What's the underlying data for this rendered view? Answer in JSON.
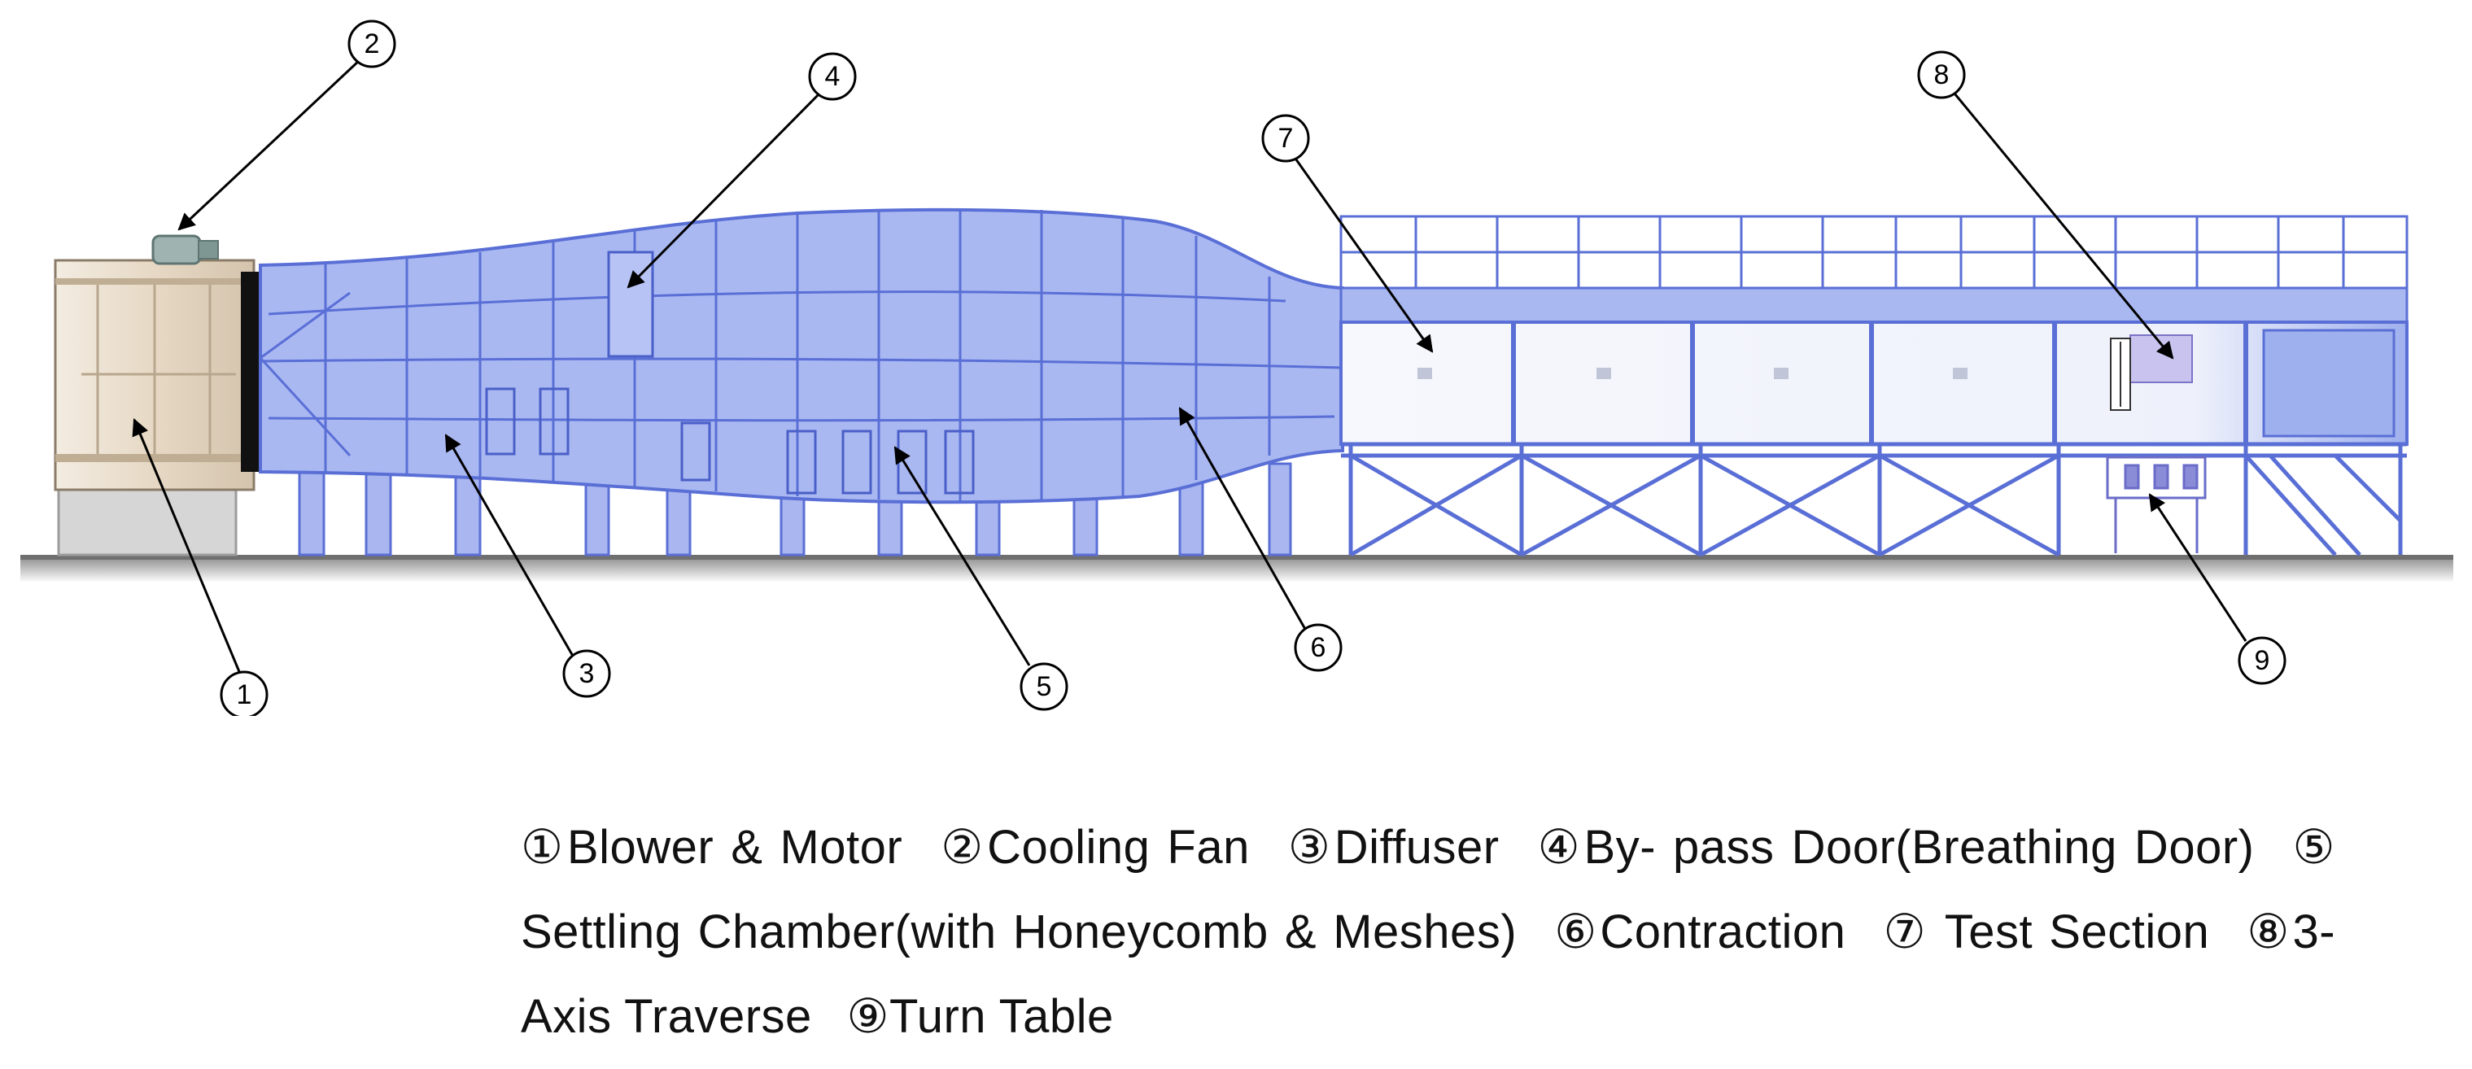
{
  "callouts": [
    {
      "num": "1"
    },
    {
      "num": "2"
    },
    {
      "num": "3"
    },
    {
      "num": "4"
    },
    {
      "num": "5"
    },
    {
      "num": "6"
    },
    {
      "num": "7"
    },
    {
      "num": "8"
    },
    {
      "num": "9"
    }
  ],
  "legend": [
    {
      "marker": "①",
      "text": "Blower & Motor"
    },
    {
      "marker": "②",
      "text": "Cooling Fan"
    },
    {
      "marker": "③",
      "text": "Diffuser"
    },
    {
      "marker": "④",
      "text": "By- pass Door(Breathing Door)"
    },
    {
      "marker": "⑤",
      "text": " Settling Chamber(with Honeycomb & Meshes)"
    },
    {
      "marker": "⑥",
      "text": "Contraction"
    },
    {
      "marker": "⑦",
      "text": " Test Section"
    },
    {
      "marker": "⑧",
      "text": "3- Axis Traverse"
    },
    {
      "marker": "⑨",
      "text": "Turn Table"
    }
  ],
  "colors": {
    "tunnel_fill": "#aab8f2",
    "tunnel_line": "#5a6fd6",
    "blower_fill": "#e8dccb",
    "base_fill": "#d9d9d9",
    "test_section_fill": "#f4f6fc"
  }
}
